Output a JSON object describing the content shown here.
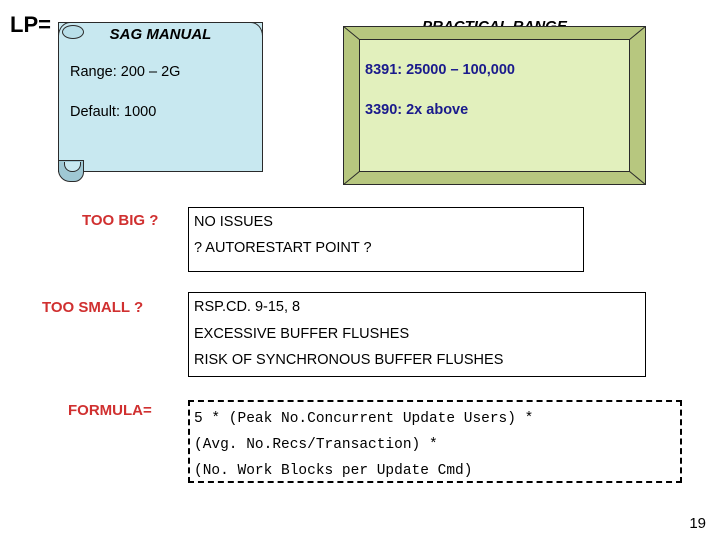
{
  "slide": {
    "lp_label": "LP=",
    "page_number": "19",
    "sag_manual": {
      "title": "SAG MANUAL",
      "lines": [
        "Range: 200 – 2G",
        "Default:  1000"
      ]
    },
    "practical_range": {
      "title": "PRACTICAL RANGE",
      "lines": [
        "8391: 25000 – 100,000",
        "3390: 2x above"
      ]
    },
    "too_big": {
      "label": "TOO BIG ?",
      "lines": [
        "NO ISSUES",
        "? AUTORESTART POINT ?"
      ]
    },
    "too_small": {
      "label": "TOO SMALL ?",
      "lines": [
        "RSP.CD. 9-15, 8",
        "EXCESSIVE BUFFER FLUSHES",
        "RISK OF SYNCHRONOUS BUFFER FLUSHES"
      ]
    },
    "formula": {
      "label": "FORMULA=",
      "lines": [
        "5 * (Peak No.Concurrent Update Users) *",
        "(Avg. No.Recs/Transaction) *",
        "(No. Work Blocks per Update Cmd)"
      ]
    },
    "colors": {
      "scroll_fill": "#c8e8f0",
      "frame_outer": "#b7c77f",
      "frame_inner": "#e2f0bd",
      "blue_text": "#1a1a8c",
      "red_label": "#d03030"
    }
  }
}
